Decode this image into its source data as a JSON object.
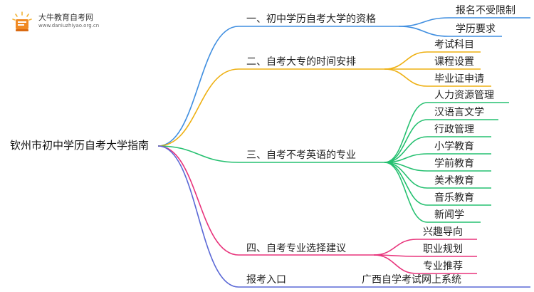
{
  "logo": {
    "name": "大牛教育自考网",
    "url": "www.daniuzhiyao.org.cn",
    "icon": "book-icon"
  },
  "root": "钦州市初中学历自考大学指南",
  "colors": {
    "blue": "#3f8ee0",
    "orange": "#eeb012",
    "green": "#25c070",
    "pink": "#e8337b",
    "indigo": "#5a68d6"
  },
  "branches": [
    {
      "label": "一、初中学历自考大学的资格",
      "color": "#3f8ee0",
      "children": [
        "报名不受限制",
        "学历要求"
      ]
    },
    {
      "label": "二、自考大专的时间安排",
      "color": "#eeb012",
      "children": [
        "考试科目",
        "课程设置",
        "毕业证申请"
      ]
    },
    {
      "label": "三、自考不考英语的专业",
      "color": "#25c070",
      "children": [
        "人力资源管理",
        "汉语言文学",
        "行政管理",
        "小学教育",
        "学前教育",
        "美术教育",
        "音乐教育",
        "新闻学"
      ]
    },
    {
      "label": "四、自考专业选择建议",
      "color": "#e8337b",
      "children": [
        "兴趣导向",
        "职业规划",
        "专业推荐"
      ]
    },
    {
      "label": "报考入口",
      "color": "#5a68d6",
      "children": [
        "广西自学考试网上系统"
      ]
    }
  ]
}
